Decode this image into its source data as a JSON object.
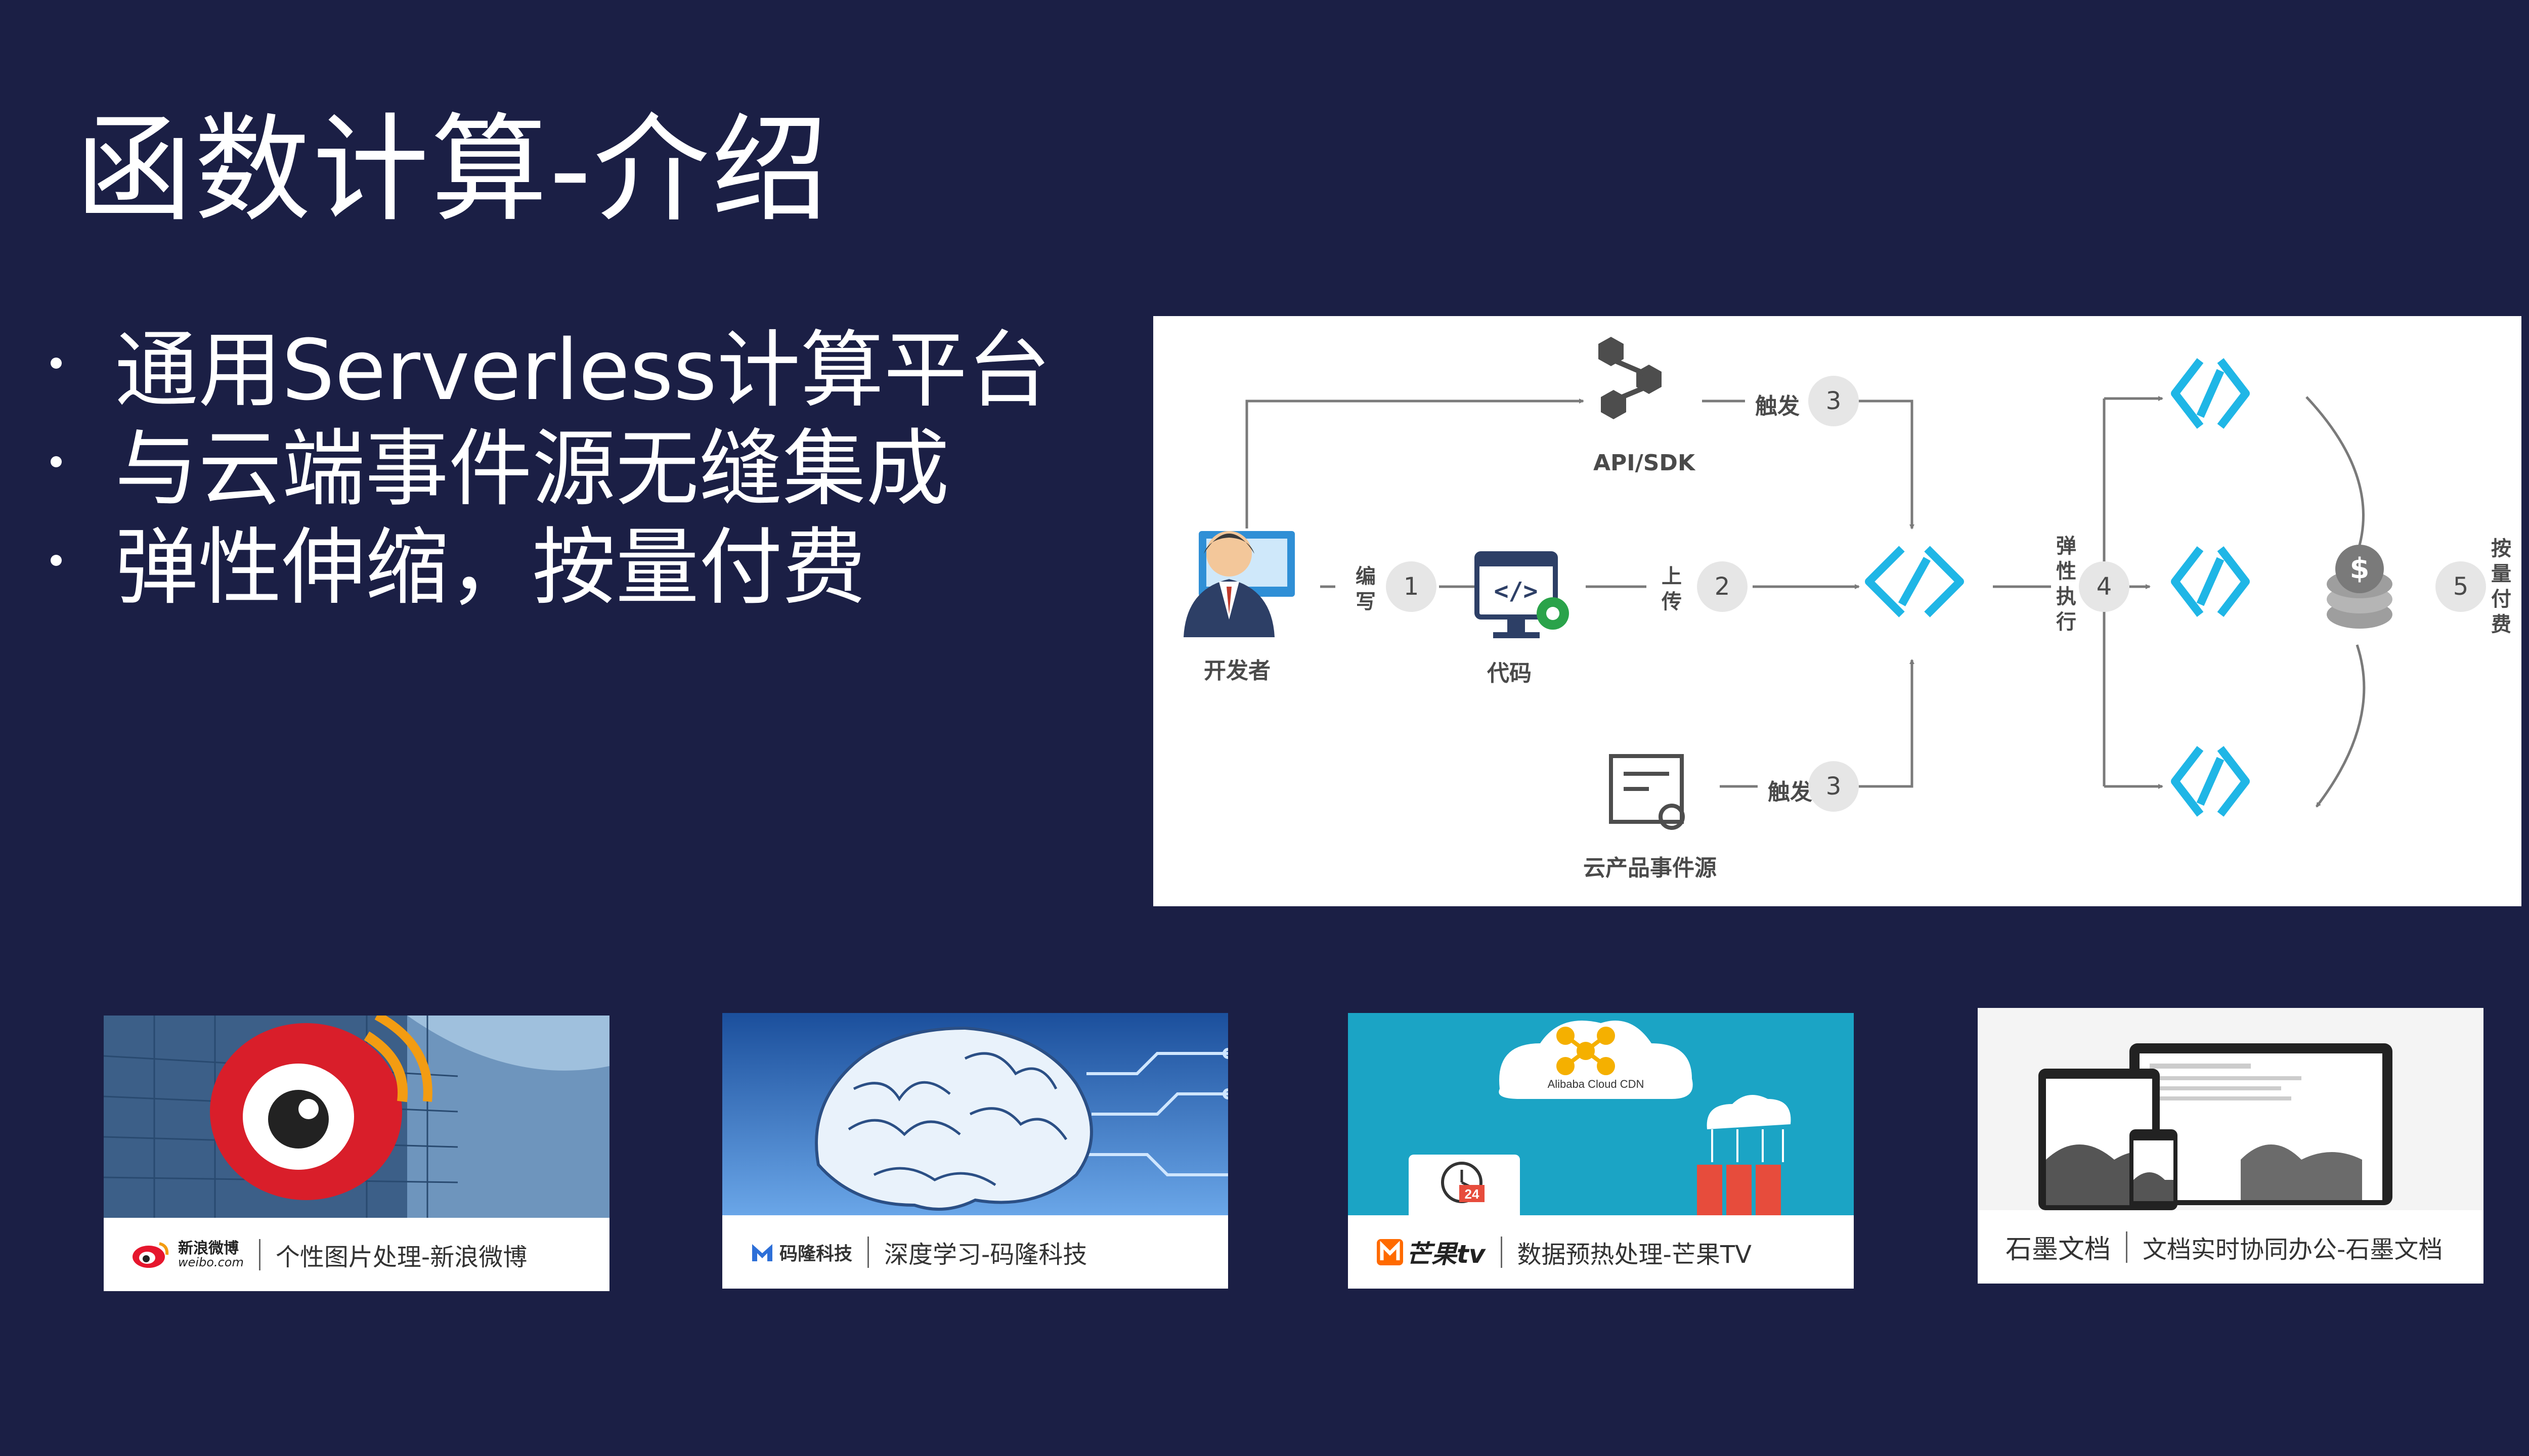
{
  "title": "函数计算-介绍",
  "bullets": [
    "通用Serverless计算平台",
    "与云端事件源无缝集成",
    "弹性伸缩，按量付费"
  ],
  "diagram": {
    "developer_label": "开发者",
    "code_label": "代码",
    "api_label": "API/SDK",
    "event_source_label": "云产品事件源",
    "steps": {
      "write": {
        "label": "编写",
        "number": "1"
      },
      "upload": {
        "label": "上传",
        "number": "2"
      },
      "trigger_api": {
        "label": "触发",
        "number": "3"
      },
      "trigger_event": {
        "label": "触发",
        "number": "3"
      },
      "elastic": {
        "label": "弹性执行",
        "number": "4"
      },
      "billing": {
        "label": "按量付费",
        "number": "5"
      }
    }
  },
  "cases": [
    {
      "brand": "weibo.com",
      "brand_name": "新浪微博",
      "caption": "个性图片处理-新浪微博"
    },
    {
      "brand": "码隆科技",
      "caption": "深度学习-码隆科技"
    },
    {
      "brand": "芒果tv",
      "image_text": "Alibaba Cloud CDN",
      "badge": "24",
      "caption": "数据预热处理-芒果TV"
    },
    {
      "brand": "石墨文档",
      "caption": "文档实时协同办公-石墨文档"
    }
  ],
  "colors": {
    "background": "#1b1f45",
    "accent": "#1fb6e6",
    "gray_text": "#4a4a4a"
  }
}
